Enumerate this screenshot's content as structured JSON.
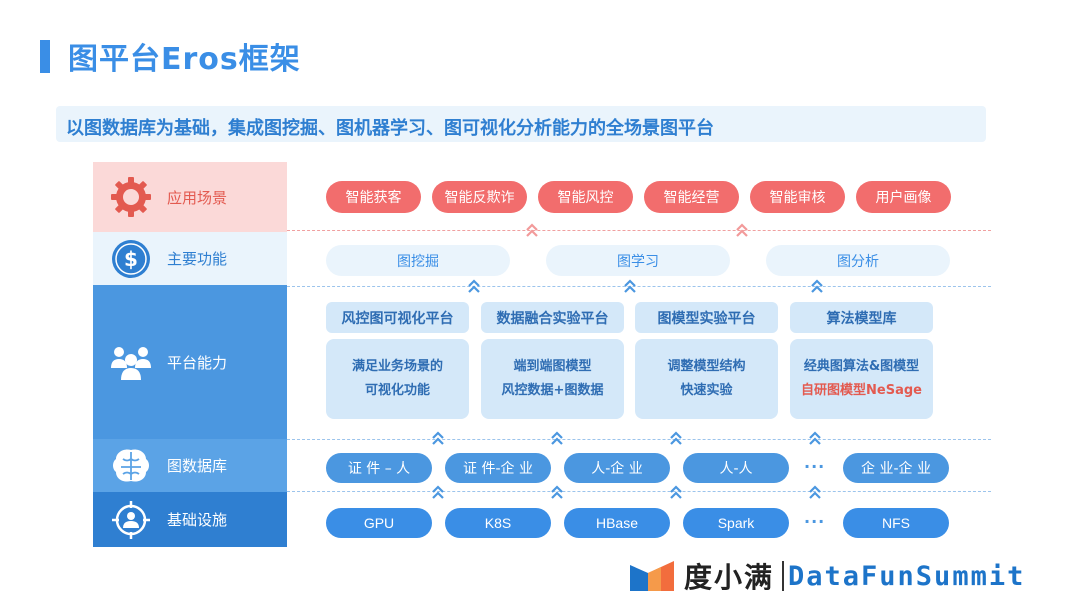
{
  "page": {
    "title": "图平台Eros框架",
    "subtitle": "以图数据库为基础，集成图挖掘、图机器学习、图可视化分析能力的全场景图平台"
  },
  "layers": {
    "scene": {
      "label": "应用场景",
      "icon": "gear-icon",
      "color": "#e35a50"
    },
    "func": {
      "label": "主要功能",
      "icon": "dollar-icon",
      "color": "#2f7fd1"
    },
    "platform": {
      "label": "平台能力",
      "icon": "people-icon",
      "color": "#ffffff"
    },
    "db": {
      "label": "图数据库",
      "icon": "brain-icon",
      "color": "#ffffff"
    },
    "infra": {
      "label": "基础设施",
      "icon": "target-user-icon",
      "color": "#ffffff"
    }
  },
  "scenes": [
    "智能获客",
    "智能反欺诈",
    "智能风控",
    "智能经营",
    "智能审核",
    "用户画像"
  ],
  "functions": [
    "图挖掘",
    "图学习",
    "图分析"
  ],
  "platforms": [
    {
      "title": "风控图可视化平台",
      "line1": "满足业务场景的",
      "line2": "可视化功能"
    },
    {
      "title": "数据融合实验平台",
      "line1": "端到端图模型",
      "line2": "风控数据+图数据"
    },
    {
      "title": "图模型实验平台",
      "line1": "调整模型结构",
      "line2": "快速实验"
    },
    {
      "title": "算法模型库",
      "line1": "经典图算法&图模型",
      "line2": "自研图模型NeSage"
    }
  ],
  "databases": [
    "证 件 – 人",
    "证 件-企 业",
    "人-企 业",
    "人-人",
    "企 业-企 业"
  ],
  "databases_more": "···",
  "infrastructure": [
    "GPU",
    "K8S",
    "HBase",
    "Spark",
    "NFS"
  ],
  "infrastructure_more": "···",
  "brand": {
    "name": "度小满",
    "summit": "DataFunSummit",
    "logo": "duxiaoman-logo",
    "color": "#1d74c9"
  }
}
